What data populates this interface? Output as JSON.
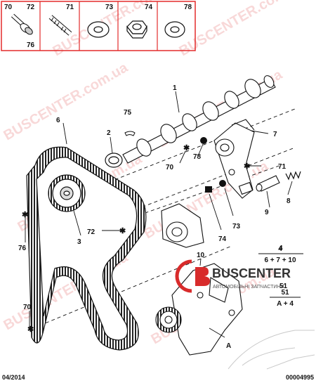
{
  "watermark": {
    "text": "BUSCENTER.com.ua",
    "color": "#e56b6b"
  },
  "parts_strip": {
    "top_labels": [
      "70",
      "72",
      "71",
      "73",
      "74",
      "78"
    ],
    "bottom_label": "76",
    "border_color": "#e32b2b"
  },
  "callouts": [
    "1",
    "2",
    "3",
    "4",
    "6",
    "7",
    "8",
    "9",
    "10",
    "51",
    "70",
    "70",
    "71",
    "72",
    "73",
    "74",
    "75",
    "76",
    "78",
    "A"
  ],
  "formulas": {
    "f1_num": "4",
    "f1_den": "6 + 7 + 10",
    "f2_num": "51",
    "f2_den": "A + 4"
  },
  "brand": {
    "name": "BUSCENTER",
    "tagline": "АВТОМОБІЛЬНІ ЗАПЧАСТИНИ",
    "logo_color": "#d82b2b"
  },
  "footer": {
    "date": "04/2014",
    "code": "00004995"
  }
}
